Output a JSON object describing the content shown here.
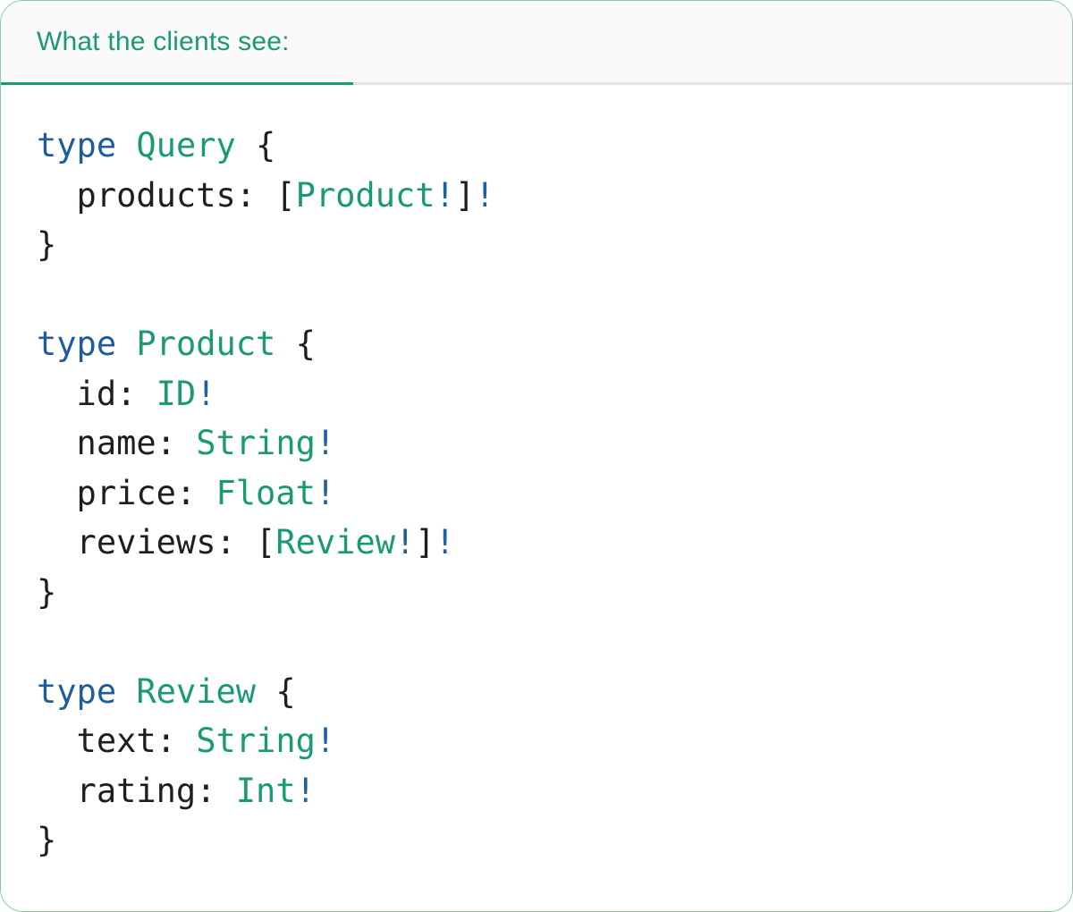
{
  "panel": {
    "tab_label": "What the clients see:"
  },
  "code": {
    "language": "graphql",
    "lines": [
      [
        [
          "kw",
          "type"
        ],
        [
          "pl",
          " "
        ],
        [
          "ty",
          "Query"
        ],
        [
          "pl",
          " {"
        ]
      ],
      [
        [
          "pl",
          "  products: ["
        ],
        [
          "ty",
          "Product"
        ],
        [
          "bg",
          "!"
        ],
        [
          "pl",
          "]"
        ],
        [
          "bg",
          "!"
        ]
      ],
      [
        [
          "pl",
          "}"
        ]
      ],
      [],
      [
        [
          "kw",
          "type"
        ],
        [
          "pl",
          " "
        ],
        [
          "ty",
          "Product"
        ],
        [
          "pl",
          " {"
        ]
      ],
      [
        [
          "pl",
          "  id: "
        ],
        [
          "ty",
          "ID"
        ],
        [
          "bg",
          "!"
        ]
      ],
      [
        [
          "pl",
          "  name: "
        ],
        [
          "ty",
          "String"
        ],
        [
          "bg",
          "!"
        ]
      ],
      [
        [
          "pl",
          "  price: "
        ],
        [
          "ty",
          "Float"
        ],
        [
          "bg",
          "!"
        ]
      ],
      [
        [
          "pl",
          "  reviews: ["
        ],
        [
          "ty",
          "Review"
        ],
        [
          "bg",
          "!"
        ],
        [
          "pl",
          "]"
        ],
        [
          "bg",
          "!"
        ]
      ],
      [
        [
          "pl",
          "}"
        ]
      ],
      [],
      [
        [
          "kw",
          "type"
        ],
        [
          "pl",
          " "
        ],
        [
          "ty",
          "Review"
        ],
        [
          "pl",
          " {"
        ]
      ],
      [
        [
          "pl",
          "  text: "
        ],
        [
          "ty",
          "String"
        ],
        [
          "bg",
          "!"
        ]
      ],
      [
        [
          "pl",
          "  rating: "
        ],
        [
          "ty",
          "Int"
        ],
        [
          "bg",
          "!"
        ]
      ],
      [
        [
          "pl",
          "}"
        ]
      ]
    ]
  },
  "colors": {
    "keyword": "#1f5c99",
    "type_name": "#1a9a74",
    "punctuation": "#1b1e22",
    "bang": "#1f61a0",
    "tab_text": "#1b9878",
    "tab_underline": "#17997a",
    "divider": "#e4e4e4",
    "header_bg": "#fafafa",
    "code_bg": "#ffffff",
    "card_border": "#8fc89c",
    "page_bg": "#ffffff"
  }
}
